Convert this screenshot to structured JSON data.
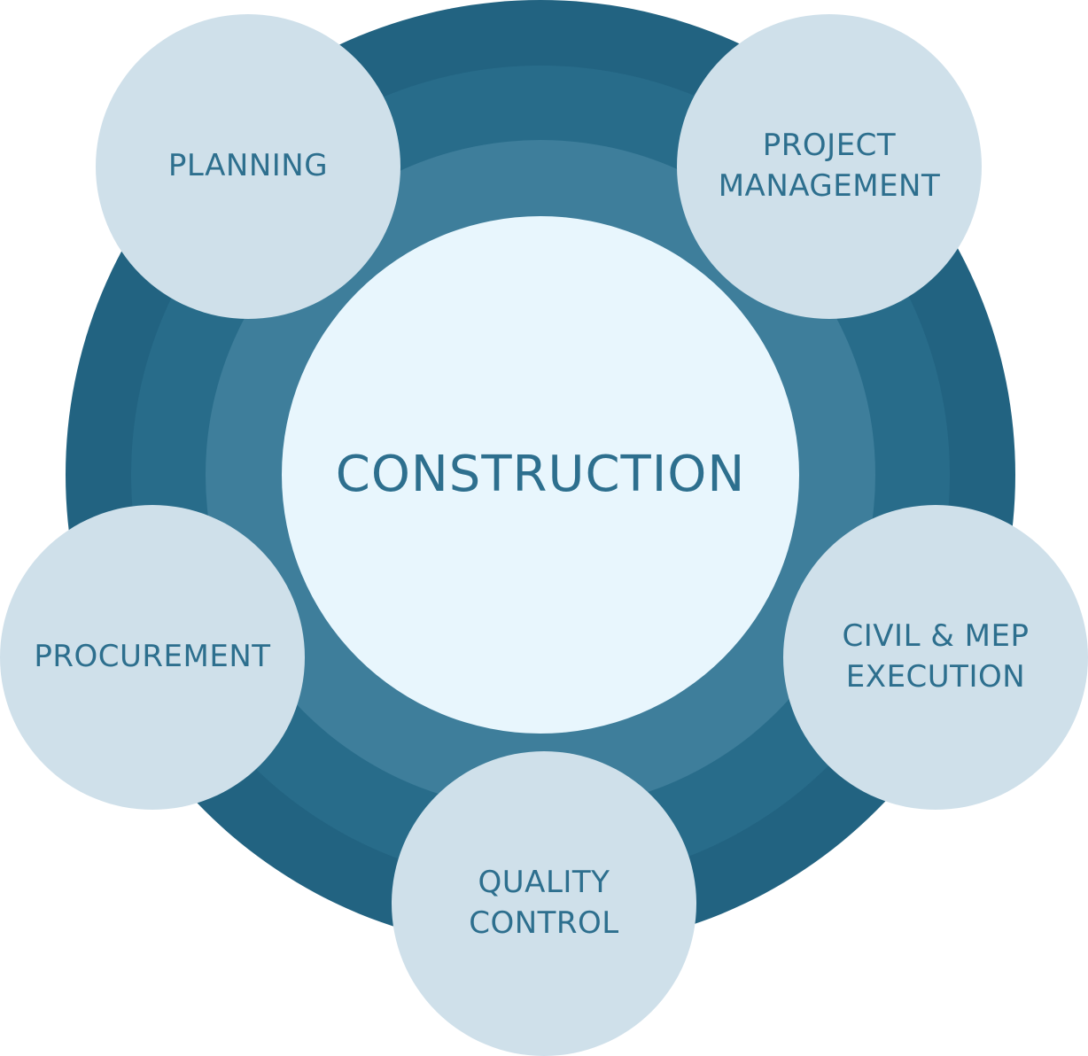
{
  "diagram": {
    "center": {
      "label": "CONSTRUCTION"
    },
    "nodes": [
      {
        "id": "planning",
        "label": "PLANNING"
      },
      {
        "id": "project-management",
        "label": "PROJECT\nMANAGEMENT"
      },
      {
        "id": "civil-mep-execution",
        "label": "CIVIL & MEP\nEXECUTION"
      },
      {
        "id": "quality-control",
        "label": "QUALITY\nCONTROL"
      },
      {
        "id": "procurement",
        "label": "PROCUREMENT"
      }
    ]
  },
  "colors": {
    "ring_outer": "#226381",
    "ring_mid": "#286c8a",
    "ring_inner": "#3e7e9b",
    "center_fill": "#e8f6fd",
    "node_fill": "#cfe0ea",
    "text": "#2d6f8e"
  }
}
